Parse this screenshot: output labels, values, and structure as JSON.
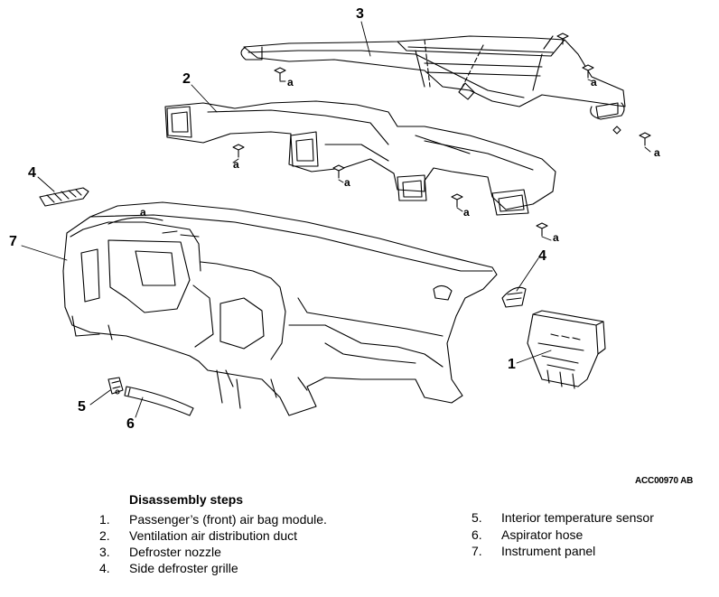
{
  "figure": {
    "code": "ACC00970 AB",
    "callouts": {
      "c1": "1",
      "c2": "2",
      "c3": "3",
      "c4_left": "4",
      "c4_right": "4",
      "c5": "5",
      "c6": "6",
      "c7": "7"
    },
    "hardware_label": "a"
  },
  "steps": {
    "title": "Disassembly steps",
    "items": [
      {
        "num": "1.",
        "text": "Passenger’s (front) air bag module."
      },
      {
        "num": "2.",
        "text": "Ventilation air distribution duct"
      },
      {
        "num": "3.",
        "text": "Defroster nozzle"
      },
      {
        "num": "4.",
        "text": "Side defroster grille"
      },
      {
        "num": "5.",
        "text": "Interior temperature sensor"
      },
      {
        "num": "6.",
        "text": "Aspirator hose"
      },
      {
        "num": "7.",
        "text": "Instrument panel"
      }
    ]
  }
}
